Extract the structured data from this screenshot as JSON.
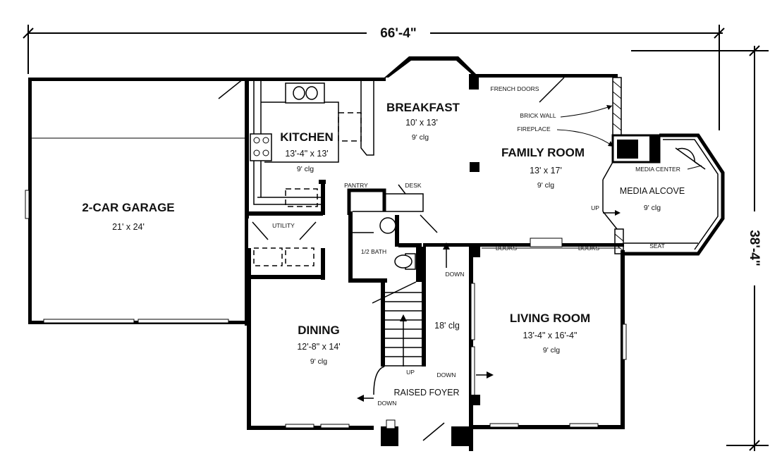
{
  "dimensions": {
    "width": "66'-4\"",
    "depth": "38'-4\""
  },
  "rooms": {
    "garage": {
      "name": "2-CAR GARAGE",
      "size": "21' x 24'"
    },
    "kitchen": {
      "name": "KITCHEN",
      "size": "13'-4\" x 13'",
      "ceiling": "9' clg"
    },
    "breakfast": {
      "name": "BREAKFAST",
      "size": "10' x 13'",
      "ceiling": "9' clg"
    },
    "family_room": {
      "name": "FAMILY ROOM",
      "size": "13' x 17'",
      "ceiling": "9' clg"
    },
    "media_alcove": {
      "name": "MEDIA ALCOVE",
      "ceiling": "9' clg"
    },
    "dining": {
      "name": "DINING",
      "size": "12'-8\" x 14'",
      "ceiling": "9' clg"
    },
    "living_room": {
      "name": "LIVING ROOM",
      "size": "13'-4\" x 16'-4\"",
      "ceiling": "9' clg"
    },
    "foyer": {
      "name": "RAISED FOYER",
      "ceiling": "18' clg"
    }
  },
  "labels": {
    "utility": "UTILITY",
    "pantry": "PANTRY",
    "desk": "DESK",
    "half_bath": "1/2 BATH",
    "french_doors": "FRENCH DOORS",
    "brick_wall": "BRICK WALL",
    "fireplace": "FIREPLACE",
    "media_center": "MEDIA CENTER",
    "books_left": "BOOKS",
    "books_right": "BOOKS",
    "seat": "SEAT",
    "up_stair": "UP",
    "up_alcove": "UP",
    "down_hall": "DOWN",
    "down_living": "DOWN",
    "down_dining": "DOWN"
  }
}
